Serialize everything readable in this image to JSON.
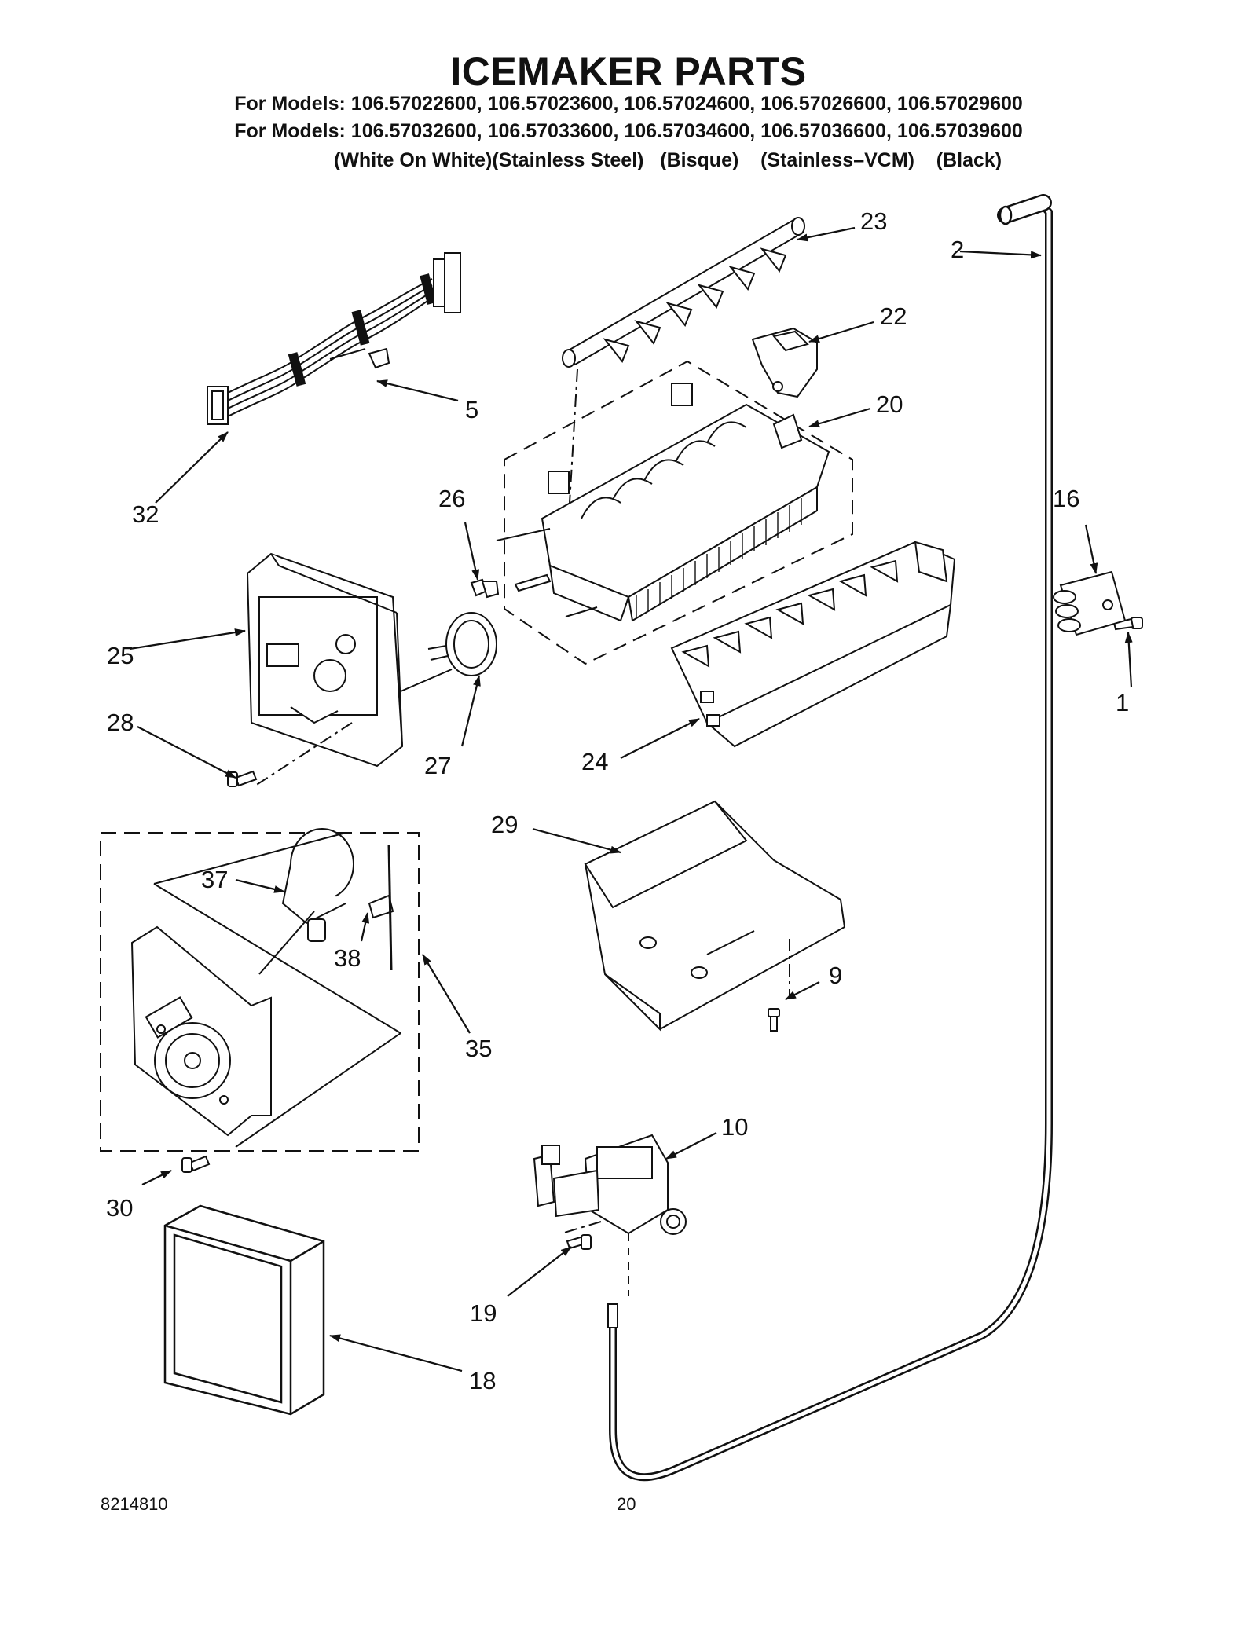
{
  "header": {
    "title": "ICEMAKER PARTS",
    "models_line1": "For Models: 106.57022600, 106.57023600, 106.57024600, 106.57026600, 106.57029600",
    "models_line2": "For Models: 106.57032600, 106.57033600, 106.57034600, 106.57036600, 106.57039600",
    "variants": "(White On White)(Stainless Steel)   (Bisque)    (Stainless–VCM)    (Black)"
  },
  "callouts": {
    "c1": "1",
    "c2": "2",
    "c5": "5",
    "c9": "9",
    "c10": "10",
    "c16": "16",
    "c18": "18",
    "c19": "19",
    "c20": "20",
    "c22": "22",
    "c23": "23",
    "c24": "24",
    "c25": "25",
    "c26": "26",
    "c27": "27",
    "c28": "28",
    "c29": "29",
    "c30": "30",
    "c32": "32",
    "c35": "35",
    "c37": "37",
    "c38": "38"
  },
  "footer": {
    "doc_number": "8214810",
    "page_number": "20"
  }
}
